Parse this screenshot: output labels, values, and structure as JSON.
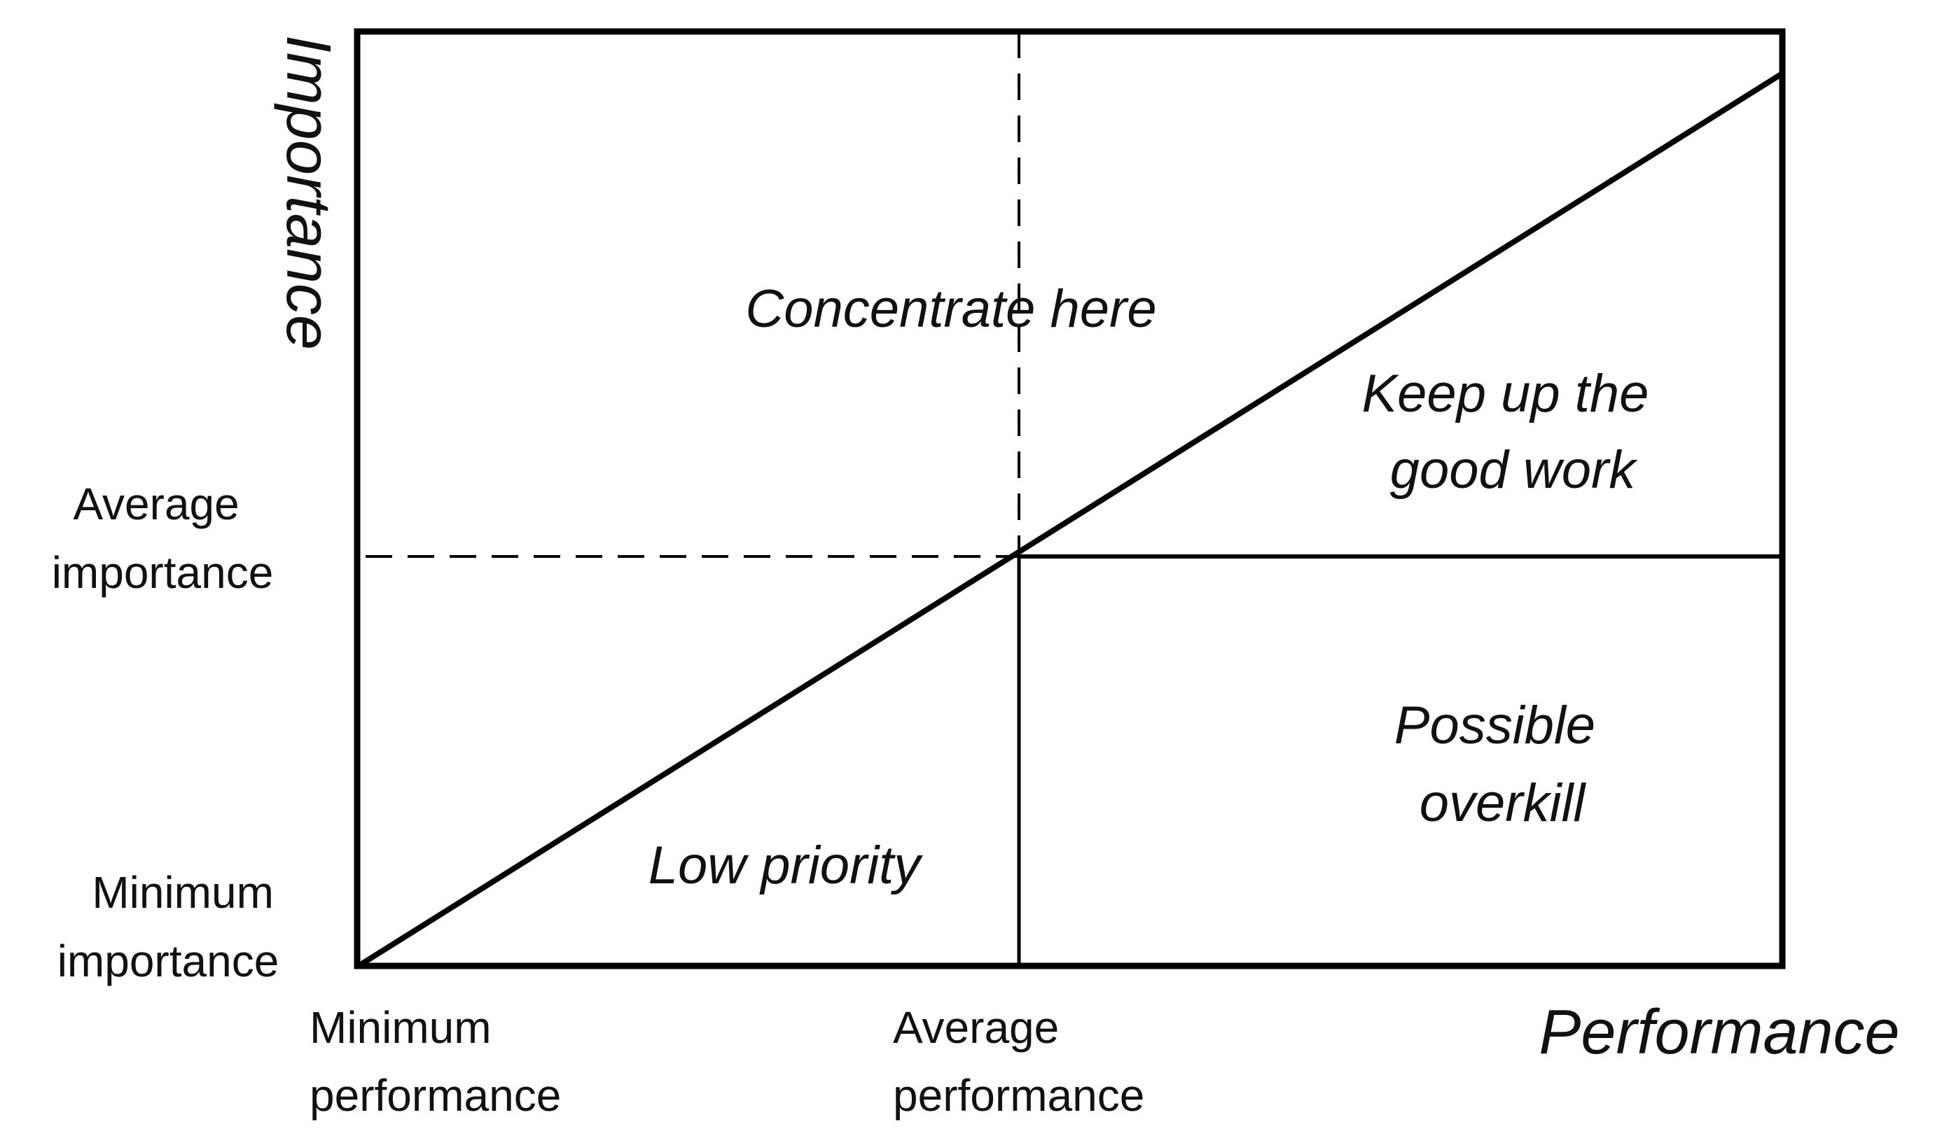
{
  "axes": {
    "x_title": "Performance",
    "y_title": "Importance"
  },
  "x_ticks": [
    {
      "lines": [
        "Minimum",
        "performance"
      ]
    },
    {
      "lines": [
        "Average",
        "performance"
      ]
    }
  ],
  "y_ticks": [
    {
      "lines": [
        "Average",
        "importance"
      ]
    },
    {
      "lines": [
        "Minimum",
        "importance"
      ]
    }
  ],
  "regions": {
    "concentrate": {
      "lines": [
        "Concentrate here"
      ]
    },
    "keep_up": {
      "lines": [
        "Keep up the",
        "good work"
      ]
    },
    "overkill": {
      "lines": [
        "Possible",
        "overkill"
      ]
    },
    "low_priority": {
      "lines": [
        "Low priority"
      ]
    }
  },
  "colors": {
    "stroke": "#000000",
    "text": "#111111",
    "background": "#ffffff"
  }
}
